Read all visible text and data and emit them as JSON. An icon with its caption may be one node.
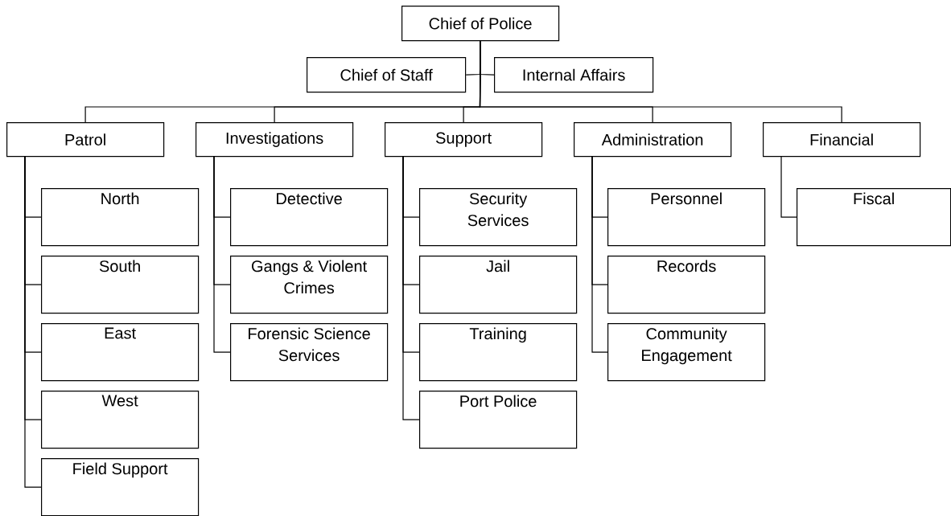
{
  "diagram": {
    "nodes": [
      {
        "text": [
          "Chief of Police"
        ]
      },
      {
        "text": [
          "Chief of Staff"
        ]
      },
      {
        "text": [
          "Internal Affairs"
        ]
      },
      {
        "text": [
          "Patrol"
        ]
      },
      {
        "text": [
          "Investigations"
        ]
      },
      {
        "text": [
          "Support"
        ]
      },
      {
        "text": [
          "Administration"
        ]
      },
      {
        "text": [
          "Financial"
        ]
      },
      {
        "text": [
          "North"
        ]
      },
      {
        "text": [
          "South"
        ]
      },
      {
        "text": [
          "East"
        ]
      },
      {
        "text": [
          "West"
        ]
      },
      {
        "text": [
          "Field Support"
        ]
      },
      {
        "text": [
          "Detective"
        ]
      },
      {
        "text": [
          "Gangs & Violent Crimes"
        ]
      },
      {
        "text": [
          "Forensic Science Services"
        ]
      },
      {
        "text": [
          "Security Services"
        ]
      },
      {
        "text": [
          "Jail"
        ]
      },
      {
        "text": [
          "Training"
        ]
      },
      {
        "text": [
          "Port Police"
        ]
      },
      {
        "text": [
          "Personnel"
        ]
      },
      {
        "text": [
          "Records"
        ]
      },
      {
        "text": [
          "Community Engagement"
        ]
      },
      {
        "text": [
          "Fiscal"
        ]
      }
    ],
    "edges": [
      {
        "from": 0,
        "to": 1,
        "arrow": "none"
      },
      {
        "from": 0,
        "to": 2,
        "arrow": "none"
      },
      {
        "from": 0,
        "to": 3,
        "arrow": "none"
      },
      {
        "from": 0,
        "to": 4,
        "arrow": "none"
      },
      {
        "from": 0,
        "to": 5,
        "arrow": "none"
      },
      {
        "from": 0,
        "to": 6,
        "arrow": "none"
      },
      {
        "from": 0,
        "to": 7,
        "arrow": "none"
      },
      {
        "from": 3,
        "to": 8,
        "arrow": "none"
      },
      {
        "from": 3,
        "to": 9,
        "arrow": "none"
      },
      {
        "from": 3,
        "to": 10,
        "arrow": "none"
      },
      {
        "from": 3,
        "to": 11,
        "arrow": "none"
      },
      {
        "from": 3,
        "to": 12,
        "arrow": "none"
      },
      {
        "from": 4,
        "to": 13,
        "arrow": "none"
      },
      {
        "from": 4,
        "to": 14,
        "arrow": "none"
      },
      {
        "from": 4,
        "to": 15,
        "arrow": "none"
      },
      {
        "from": 5,
        "to": 16,
        "arrow": "none"
      },
      {
        "from": 5,
        "to": 17,
        "arrow": "none"
      },
      {
        "from": 5,
        "to": 18,
        "arrow": "none"
      },
      {
        "from": 5,
        "to": 19,
        "arrow": "none"
      },
      {
        "from": 6,
        "to": 20,
        "arrow": "none"
      },
      {
        "from": 6,
        "to": 21,
        "arrow": "none"
      },
      {
        "from": 6,
        "to": 22,
        "arrow": "none"
      },
      {
        "from": 7,
        "to": 23,
        "arrow": "none"
      }
    ]
  }
}
